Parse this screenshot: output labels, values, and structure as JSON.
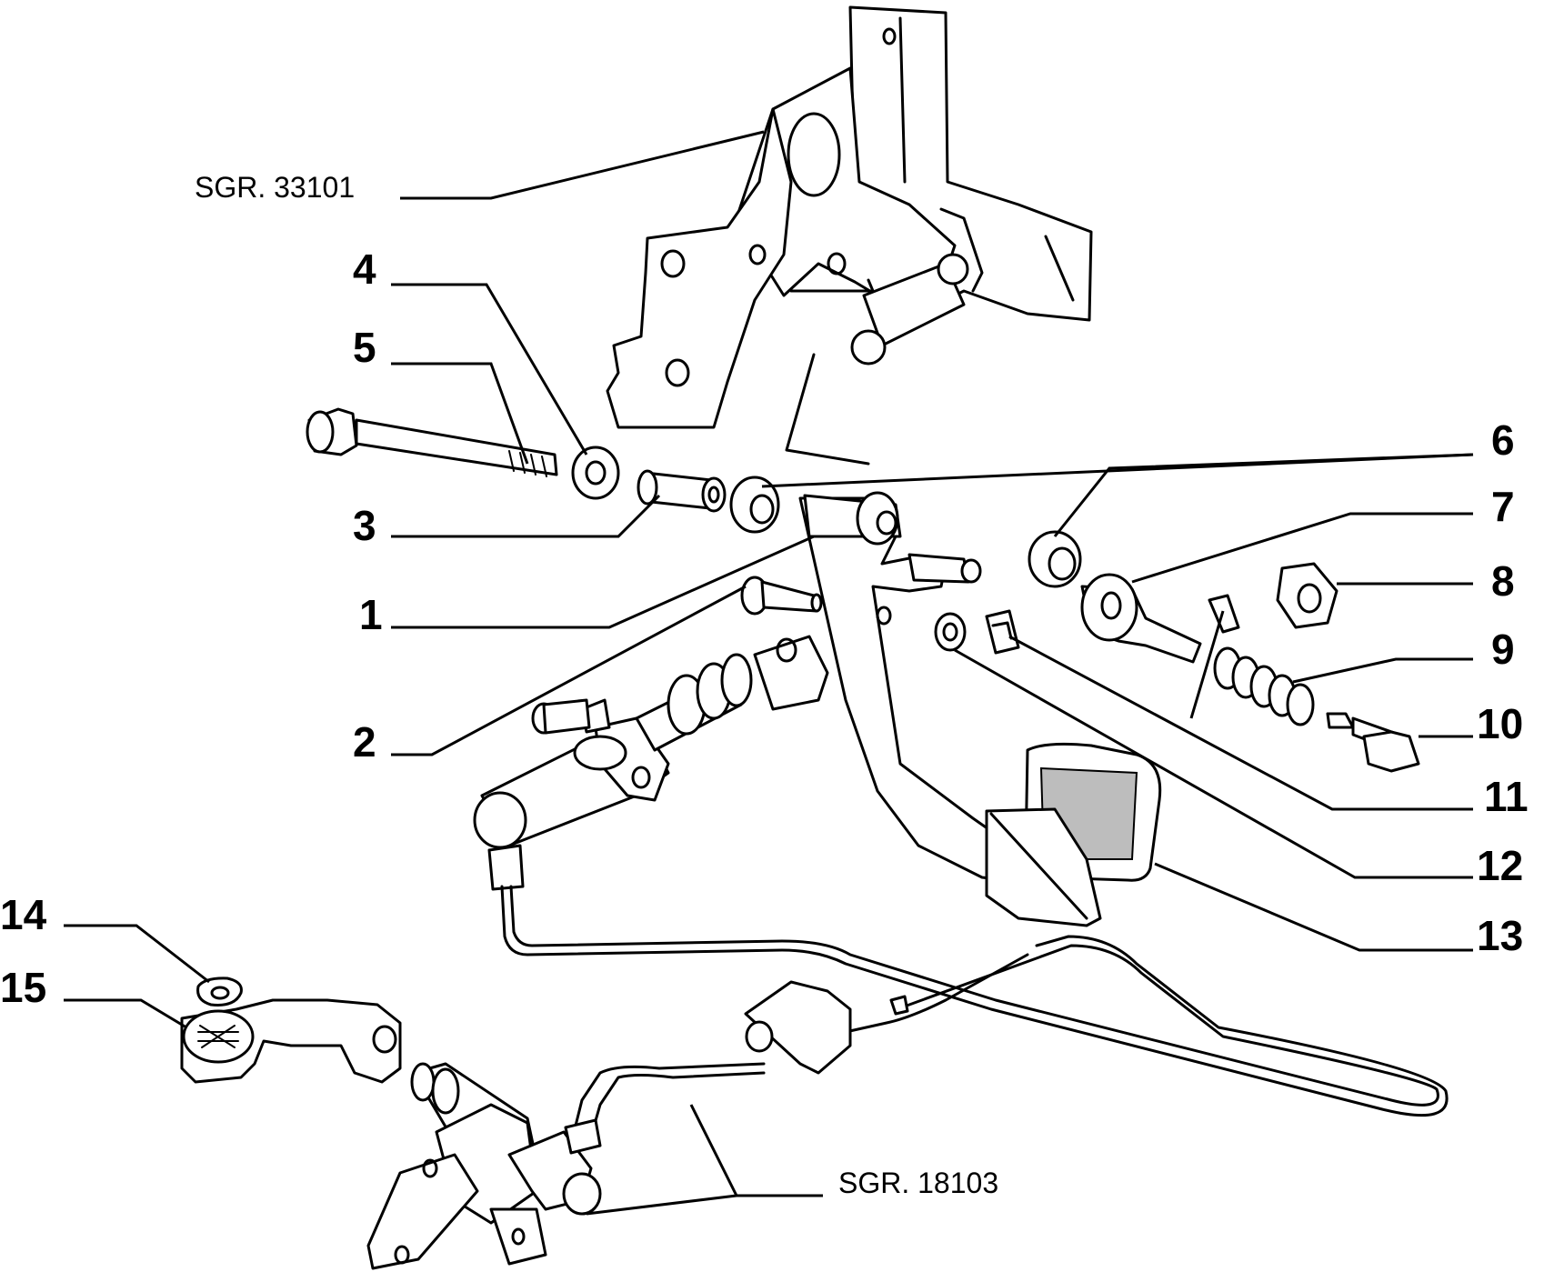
{
  "references": {
    "pedal_support": "SGR. 33101",
    "hydraulic_line": "SGR. 18103"
  },
  "parts": [
    {
      "id": "1",
      "label": "1"
    },
    {
      "id": "2",
      "label": "2"
    },
    {
      "id": "3",
      "label": "3"
    },
    {
      "id": "4",
      "label": "4"
    },
    {
      "id": "5",
      "label": "5"
    },
    {
      "id": "6",
      "label": "6"
    },
    {
      "id": "7",
      "label": "7"
    },
    {
      "id": "8",
      "label": "8"
    },
    {
      "id": "9",
      "label": "9"
    },
    {
      "id": "10",
      "label": "10"
    },
    {
      "id": "11",
      "label": "11"
    },
    {
      "id": "12",
      "label": "12"
    },
    {
      "id": "13",
      "label": "13"
    },
    {
      "id": "14",
      "label": "14"
    },
    {
      "id": "15",
      "label": "15"
    }
  ]
}
